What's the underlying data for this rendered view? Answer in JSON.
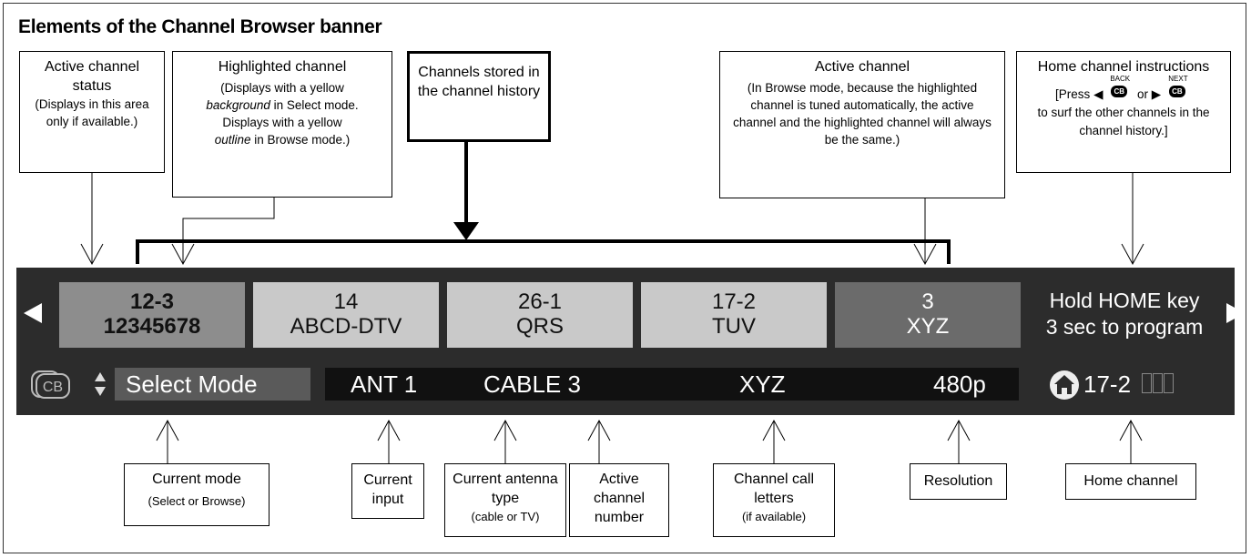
{
  "title": "Elements of the Channel Browser banner",
  "top_callouts": {
    "active_status": {
      "main": "Active channel status",
      "sub": "(Displays in this area only if available.)"
    },
    "highlighted": {
      "main": "Highlighted channel",
      "sub_a": "(Displays with a yellow",
      "sub_b_em": "background",
      "sub_b_rest": " in Select mode.",
      "sub_c": "Displays with a yellow",
      "sub_d_em": "outline",
      "sub_d_rest": " in Browse mode.)"
    },
    "history": {
      "main": "Channels stored in the channel history"
    },
    "active_channel": {
      "main": "Active channel",
      "sub": "(In Browse mode, because the highlighted channel is tuned automatically, the active channel and the highlighted channel will always be the same.)"
    },
    "home_instructions": {
      "main": "Home channel instructions",
      "press": "[Press",
      "or": "or",
      "back": "BACK",
      "next": "NEXT",
      "cb": "CB",
      "rest": "to surf the other channels in the channel history.]"
    }
  },
  "banner": {
    "tiles": [
      {
        "num": "12-3",
        "name": "12345678",
        "state": "selected"
      },
      {
        "num": "14",
        "name": "ABCD-DTV",
        "state": "normal"
      },
      {
        "num": "26-1",
        "name": "QRS",
        "state": "normal"
      },
      {
        "num": "17-2",
        "name": "TUV",
        "state": "normal"
      },
      {
        "num": "3",
        "name": "XYZ",
        "state": "active"
      }
    ],
    "hold_text_1": "Hold HOME key",
    "hold_text_2": "3 sec to program",
    "cb_label": "CB",
    "mode": "Select Mode",
    "input": "ANT 1",
    "antenna": "CABLE 3",
    "call_letters": "XYZ",
    "resolution": "480p",
    "home_channel": "17-2"
  },
  "bottom_callouts": {
    "current_mode": {
      "main": "Current mode",
      "sub": "(Select or Browse)"
    },
    "current_input": {
      "main": "Current input"
    },
    "antenna_type": {
      "main": "Current antenna type",
      "sub": "(cable or TV)"
    },
    "active_number": {
      "main": "Active channel number"
    },
    "call_letters": {
      "main": "Channel call letters",
      "sub": "(if available)"
    },
    "resolution": {
      "main": "Resolution"
    },
    "home_channel": {
      "main": "Home channel"
    }
  },
  "colors": {
    "banner": "#2c2c2c",
    "selected_tile": "#8d8d8d",
    "normal_tile": "#c9c9c9",
    "active_tile": "#6b6b6b",
    "mode_bg": "#5a5a5a"
  },
  "icons": [
    "cb-icon",
    "up-down-arrows-icon",
    "home-icon",
    "left-arrow-icon",
    "right-arrow-icon",
    "down-arrow-icon"
  ]
}
